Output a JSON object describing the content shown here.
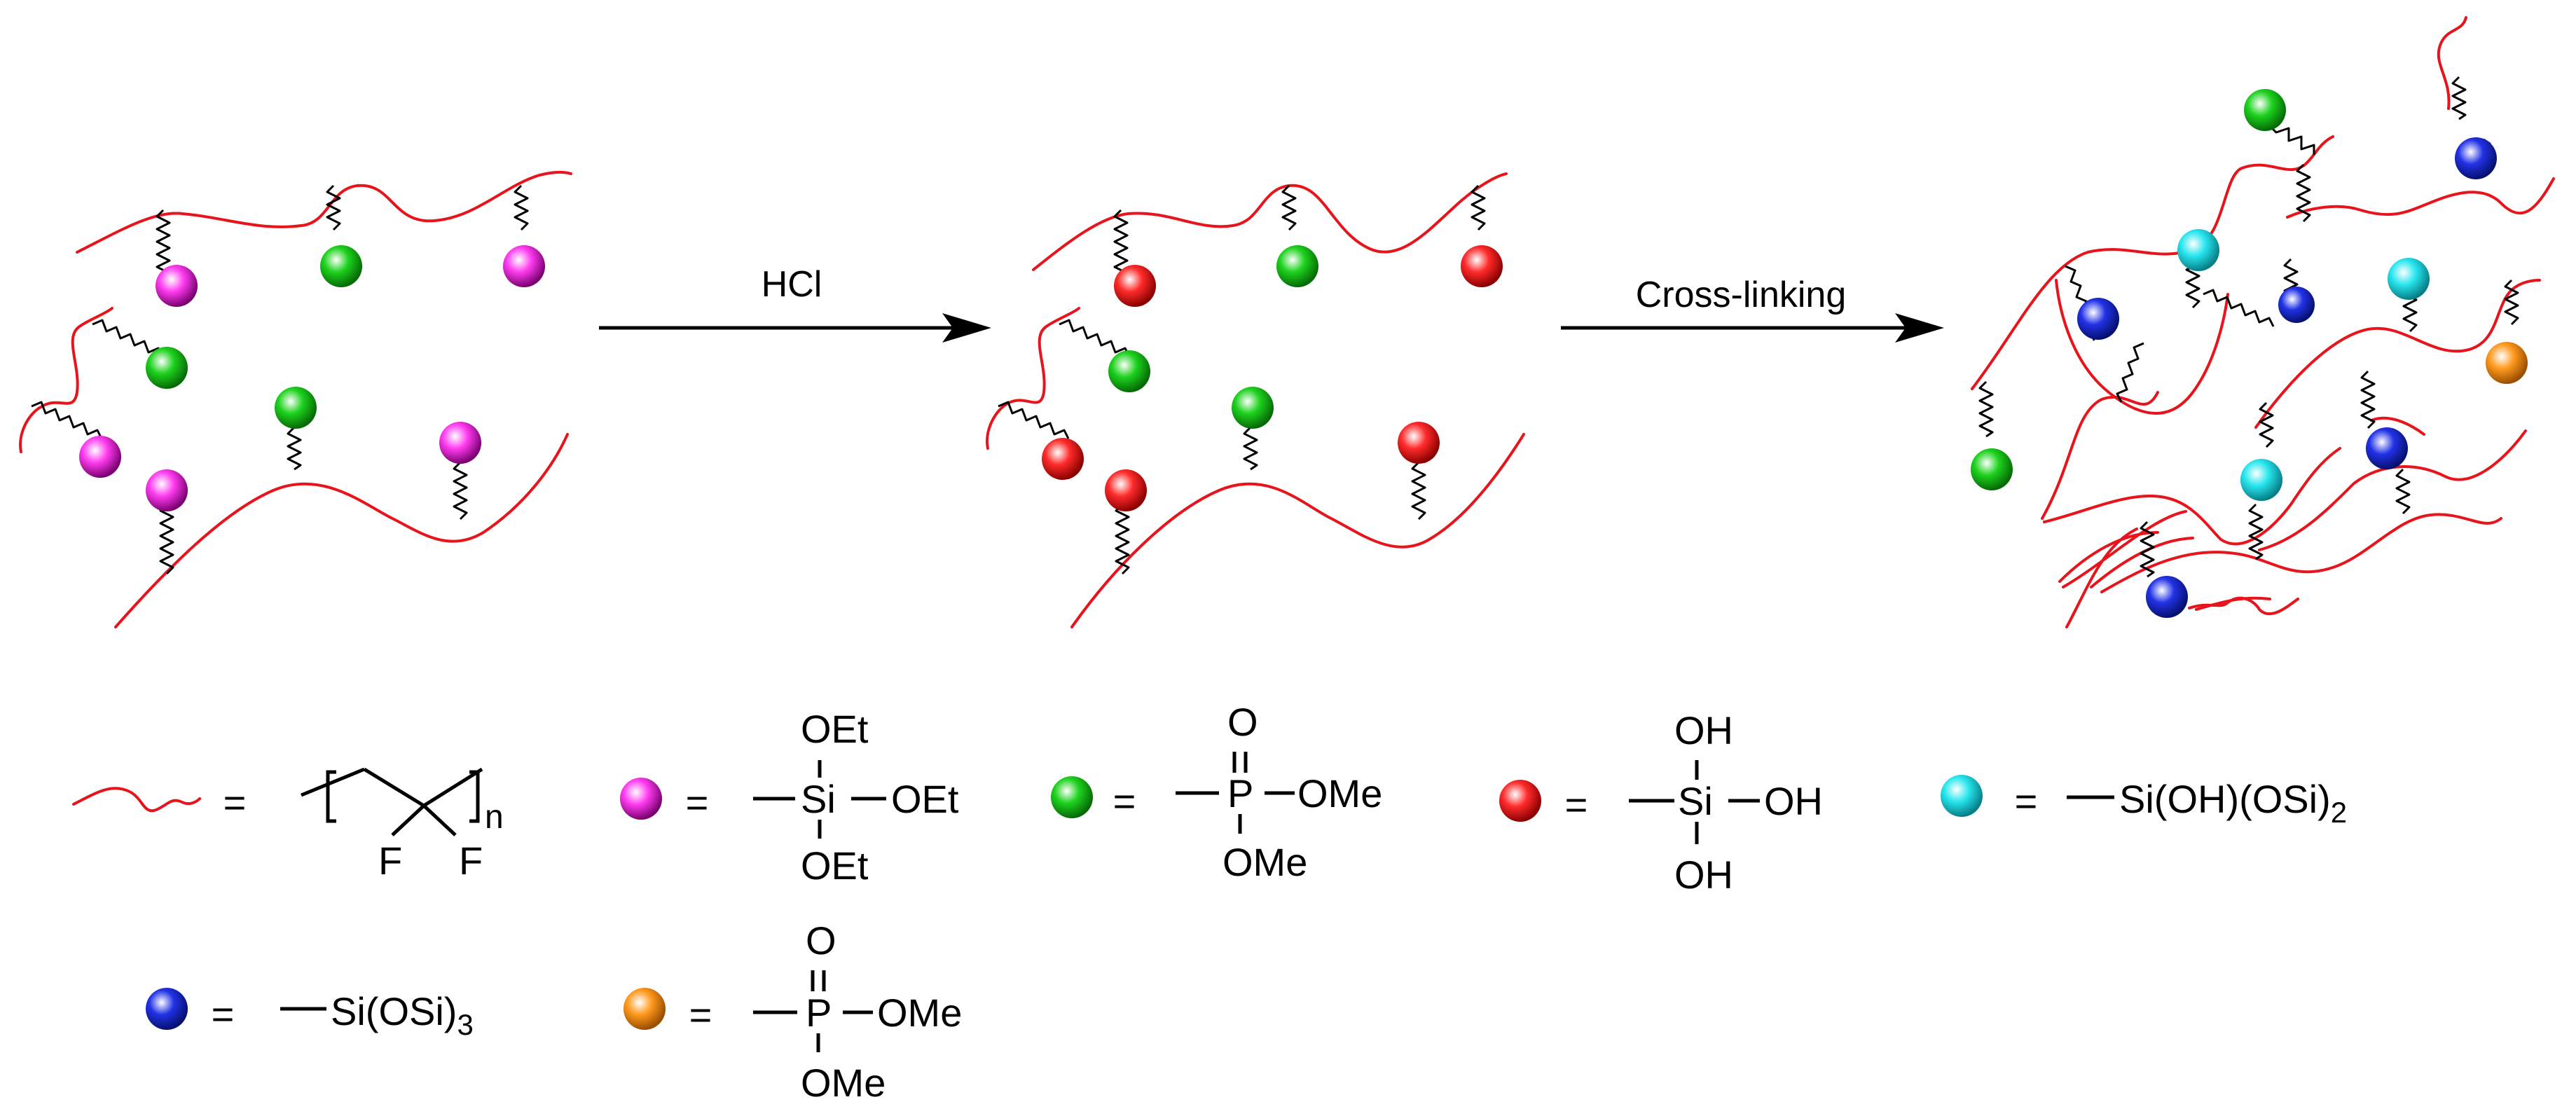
{
  "colors": {
    "chain": "#e8141c",
    "magenta": "#ff3cf0",
    "green": "#1ed21e",
    "red": "#ff2b2b",
    "cyan": "#28e6ee",
    "blue": "#2232e6",
    "orange": "#ff9a1e"
  },
  "arrows": [
    {
      "label": "HCl"
    },
    {
      "label": "Cross-linking"
    }
  ],
  "legend": {
    "equals": "=",
    "chain": {
      "subscript": "n",
      "f1": "F",
      "f2": "F"
    },
    "magenta": {
      "top": "OEt",
      "center": "Si",
      "right": "OEt",
      "bottom": "OEt"
    },
    "green": {
      "top": "O",
      "center": "P",
      "right": "OMe",
      "bottom": "OMe"
    },
    "red": {
      "top": "OH",
      "center": "Si",
      "right": "OH",
      "bottom": "OH"
    },
    "cyan": {
      "formula": "Si(OH)(OSi)",
      "subscript": "2"
    },
    "blue": {
      "formula": "Si(OSi)",
      "subscript": "3"
    },
    "orange": {
      "top": "O",
      "center": "P",
      "right": "OMe",
      "bottom": "OMe"
    }
  }
}
